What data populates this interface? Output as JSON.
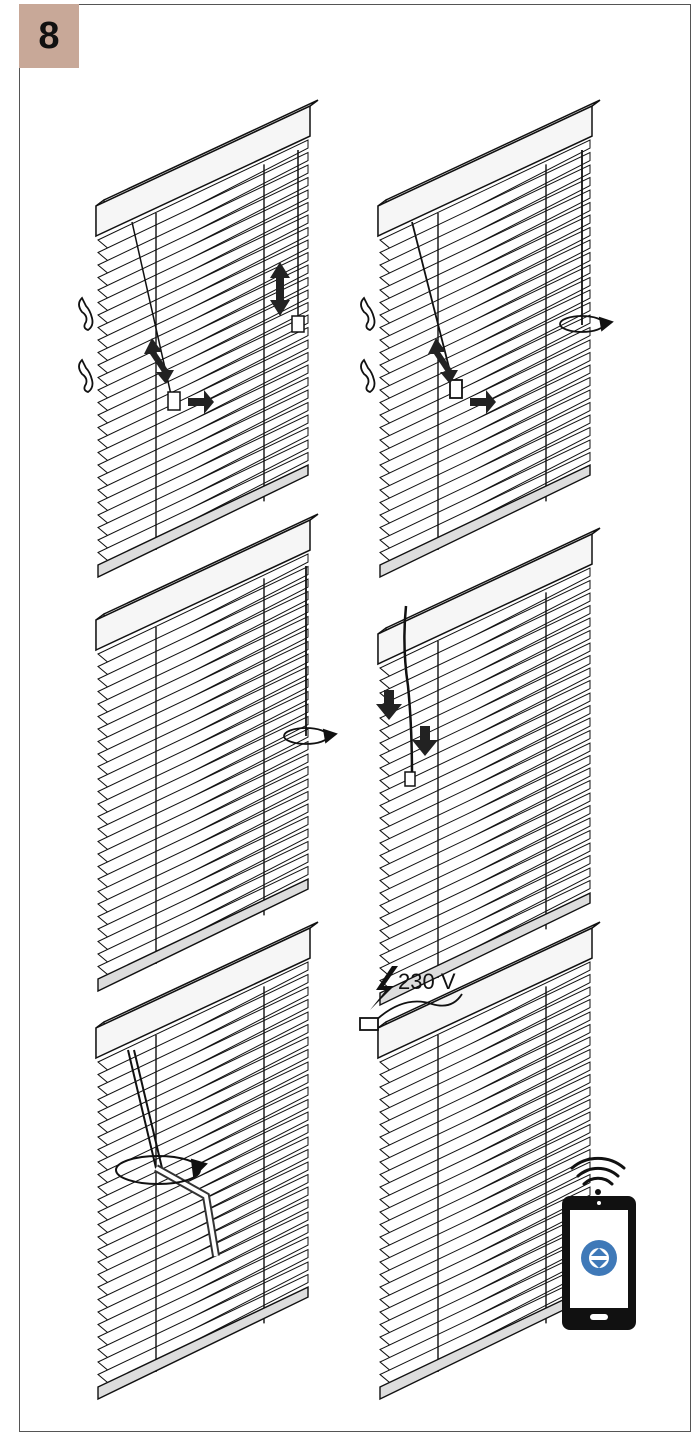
{
  "step": {
    "number": "8"
  },
  "panels": [
    {
      "id": "panel-1",
      "icons": [
        "blind",
        "cord-weight",
        "up-down-arrow",
        "hand-arrow",
        "ear-icon"
      ]
    },
    {
      "id": "panel-2",
      "icons": [
        "blind",
        "wand-rotate-arrow",
        "ear-icon"
      ]
    },
    {
      "id": "panel-3",
      "icons": [
        "blind",
        "wand-rotate-arrow"
      ]
    },
    {
      "id": "panel-4",
      "icons": [
        "blind",
        "cable",
        "down-arrow"
      ]
    },
    {
      "id": "panel-5",
      "icons": [
        "blind",
        "crank-handle",
        "rotate-arrow"
      ]
    },
    {
      "id": "panel-6",
      "icons": [
        "blind",
        "power-plug",
        "lightning-icon",
        "smartphone-icon",
        "wifi-icon",
        "app-logo-icon"
      ]
    }
  ],
  "power": {
    "voltage_label": "230 V"
  },
  "colors": {
    "badge": "#c8a898",
    "ink": "#111111",
    "app_blue": "#3f79b8"
  }
}
